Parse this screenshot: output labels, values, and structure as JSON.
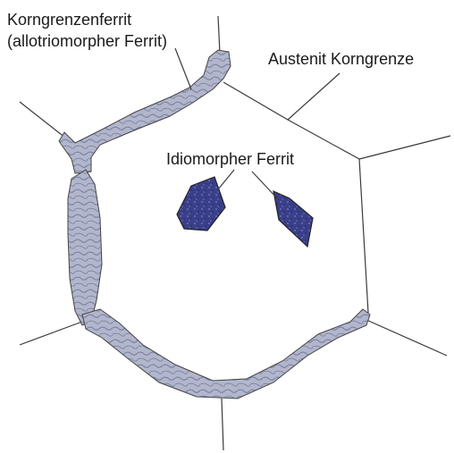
{
  "labels": {
    "grain_boundary_ferrite_line1": "Korngrenzenferrit",
    "grain_boundary_ferrite_line2": "(allotriomorpher Ferrit)",
    "austenite_grain_boundary": "Austenit Korngrenze",
    "idiomorphic_ferrite": "Idiomorpher Ferrit"
  },
  "colors": {
    "allotriomorphic_ferrite_fill": "#b2b6cc",
    "allotriomorphic_ferrite_streak": "#7c82a2",
    "idiomorphic_ferrite_fill": "#3a3f8a",
    "boundary_line": "#3a3a3a",
    "text": "#1a1a1a"
  }
}
